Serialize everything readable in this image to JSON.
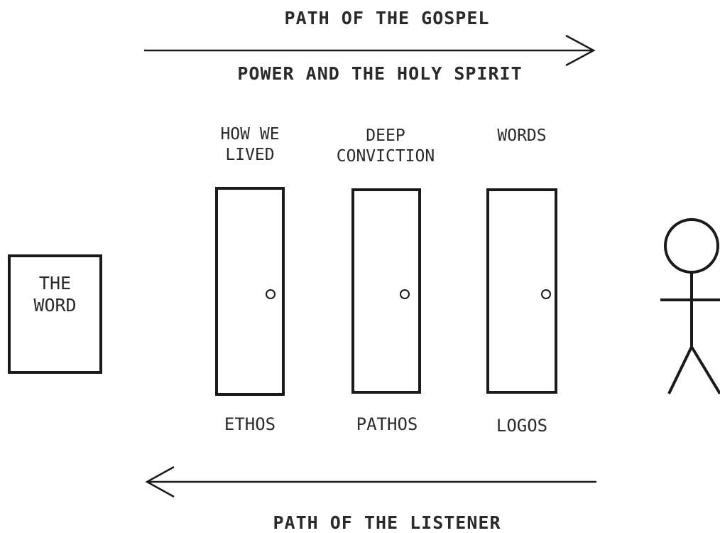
{
  "top": {
    "path_gospel": "PATH OF THE GOSPEL",
    "power_spirit": "POWER AND THE HOLY SPIRIT"
  },
  "word_box": {
    "label": "THE\nWORD"
  },
  "doors": [
    {
      "caption": "HOW WE\nLIVED",
      "type": "ETHOS"
    },
    {
      "caption": "DEEP\nCONVICTION",
      "type": "PATHOS"
    },
    {
      "caption": "WORDS",
      "type": "LOGOS"
    }
  ],
  "bottom": {
    "path_listener": "PATH OF THE LISTENER"
  }
}
